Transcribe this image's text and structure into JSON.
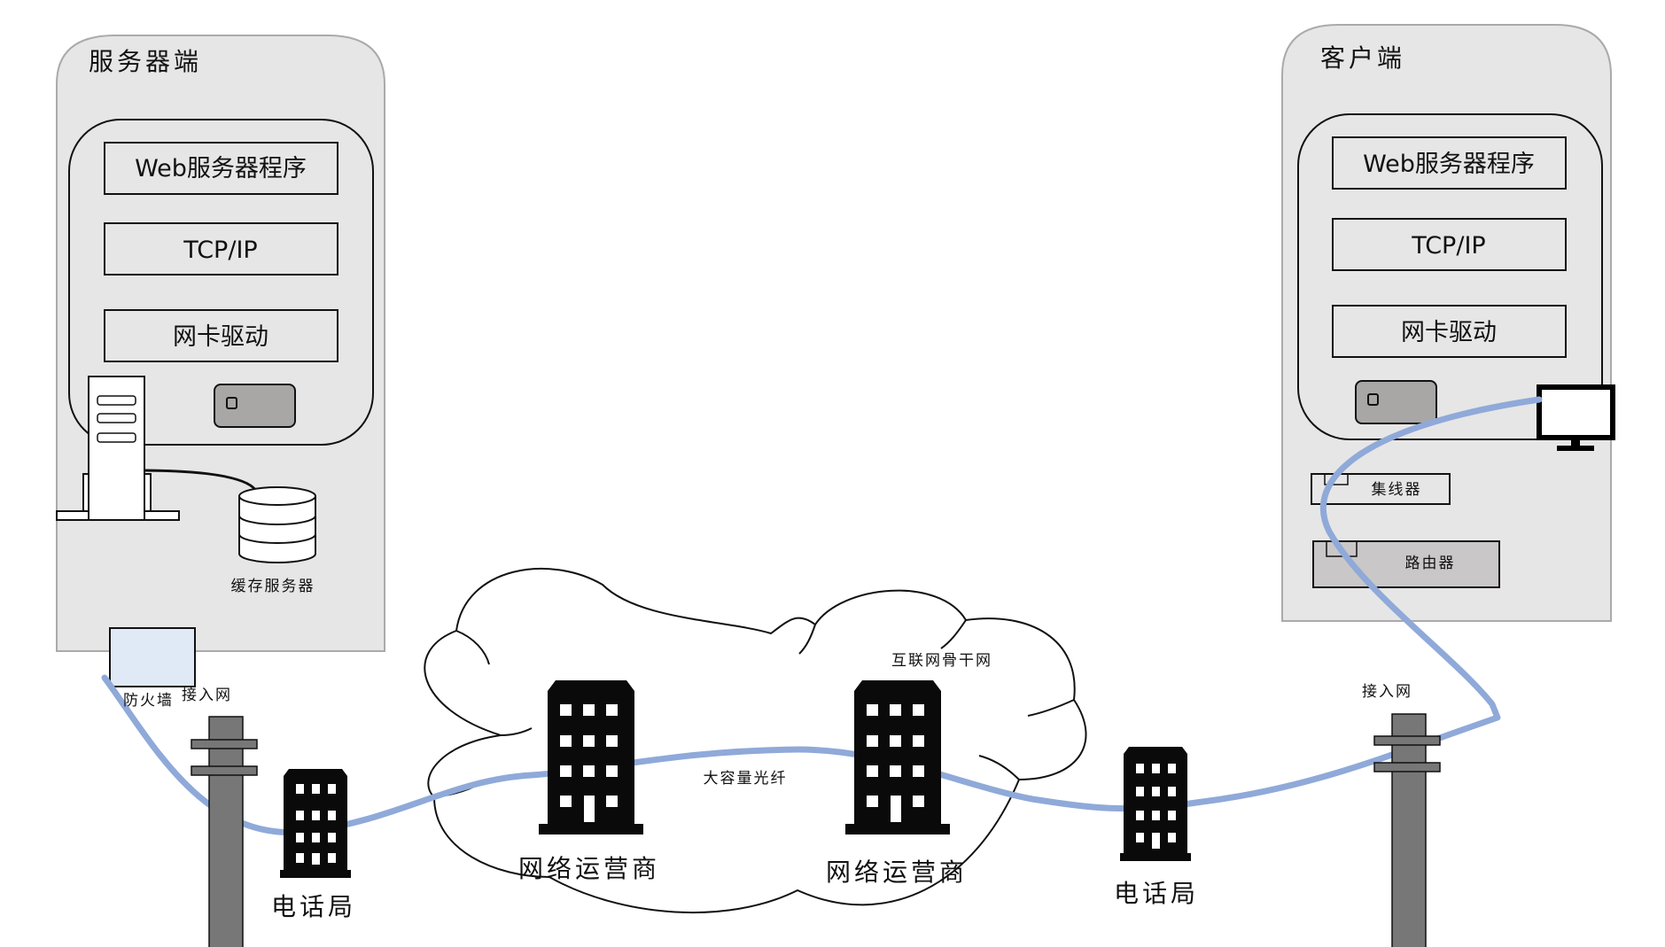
{
  "server_panel": {
    "title": "服务器端"
  },
  "client_panel": {
    "title": "客户端"
  },
  "server_stack": {
    "layers": [
      "Web服务器程序",
      "TCP/IP",
      "网卡驱动"
    ]
  },
  "client_stack": {
    "layers": [
      "Web服务器程序",
      "TCP/IP",
      "网卡驱动"
    ]
  },
  "labels": {
    "cache_server": "缓存服务器",
    "firewall": "防火墙",
    "access_net_left": "接入网",
    "access_net_right": "接入网",
    "phone_office_left": "电话局",
    "phone_office_right": "电话局",
    "isp_left": "网络运营商",
    "isp_right": "网络运营商",
    "backbone": "互联网骨干网",
    "fiber": "大容量光纤",
    "hub": "集线器",
    "router": "路由器"
  },
  "colors": {
    "panel_fill": "#e6e6e6",
    "panel_stroke": "#aaaaaa",
    "cable": "#8fa9d9",
    "pole": "#777777",
    "building": "#0a0a0a",
    "firewall_fill": "#dfeaf6"
  }
}
